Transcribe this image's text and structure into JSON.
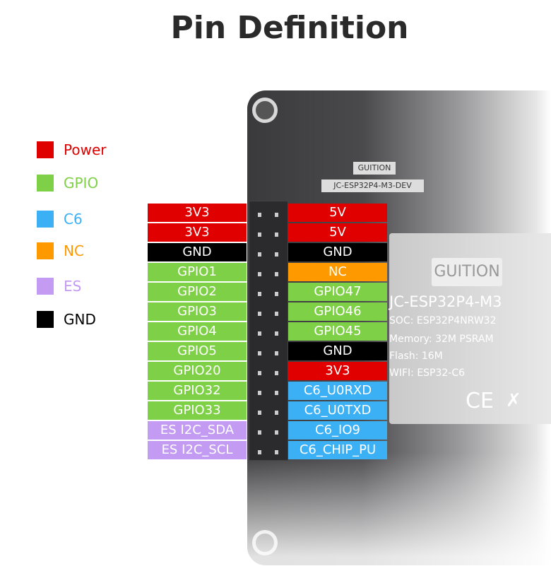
{
  "title": "Pin Definition",
  "legend": [
    {
      "label": "Power",
      "color": "#e00000"
    },
    {
      "label": "GPIO",
      "color": "#7ed047"
    },
    {
      "label": "C6",
      "color": "#3bb0f5"
    },
    {
      "label": "NC",
      "color": "#ff9900"
    },
    {
      "label": "ES",
      "color": "#c39bf2"
    },
    {
      "label": "GND",
      "color": "#000000"
    }
  ],
  "board": {
    "logo": "GUITION",
    "label": "JC-ESP32P4-M3-DEV"
  },
  "module": {
    "logo": "GUITION",
    "name": "JC-ESP32P4-M3",
    "soc": "SOC: ESP32P4NRW32",
    "memory": "Memory: 32M PSRAM",
    "flash": "Flash: 16M",
    "wifi": "WIFI: ESP32-C6",
    "mark": "CE"
  },
  "pins": {
    "left": [
      {
        "label": "3V3",
        "color": "#e00000"
      },
      {
        "label": "3V3",
        "color": "#e00000"
      },
      {
        "label": "GND",
        "color": "#000000"
      },
      {
        "label": "GPIO1",
        "color": "#7ed047"
      },
      {
        "label": "GPIO2",
        "color": "#7ed047"
      },
      {
        "label": "GPIO3",
        "color": "#7ed047"
      },
      {
        "label": "GPIO4",
        "color": "#7ed047"
      },
      {
        "label": "GPIO5",
        "color": "#7ed047"
      },
      {
        "label": "GPIO20",
        "color": "#7ed047"
      },
      {
        "label": "GPIO32",
        "color": "#7ed047"
      },
      {
        "label": "GPIO33",
        "color": "#7ed047"
      },
      {
        "label": "ES I2C_SDA",
        "color": "#c39bf2"
      },
      {
        "label": "ES I2C_SCL",
        "color": "#c39bf2"
      }
    ],
    "right": [
      {
        "label": "5V",
        "color": "#e00000"
      },
      {
        "label": "5V",
        "color": "#e00000"
      },
      {
        "label": "GND",
        "color": "#000000"
      },
      {
        "label": "NC",
        "color": "#ff9900"
      },
      {
        "label": "GPIO47",
        "color": "#7ed047"
      },
      {
        "label": "GPIO46",
        "color": "#7ed047"
      },
      {
        "label": "GPIO45",
        "color": "#7ed047"
      },
      {
        "label": "GND",
        "color": "#000000"
      },
      {
        "label": "3V3",
        "color": "#e00000"
      },
      {
        "label": "C6_U0RXD",
        "color": "#3bb0f5"
      },
      {
        "label": "C6_U0TXD",
        "color": "#3bb0f5"
      },
      {
        "label": "C6_IO9",
        "color": "#3bb0f5"
      },
      {
        "label": "C6_CHIP_PU",
        "color": "#3bb0f5"
      }
    ]
  }
}
